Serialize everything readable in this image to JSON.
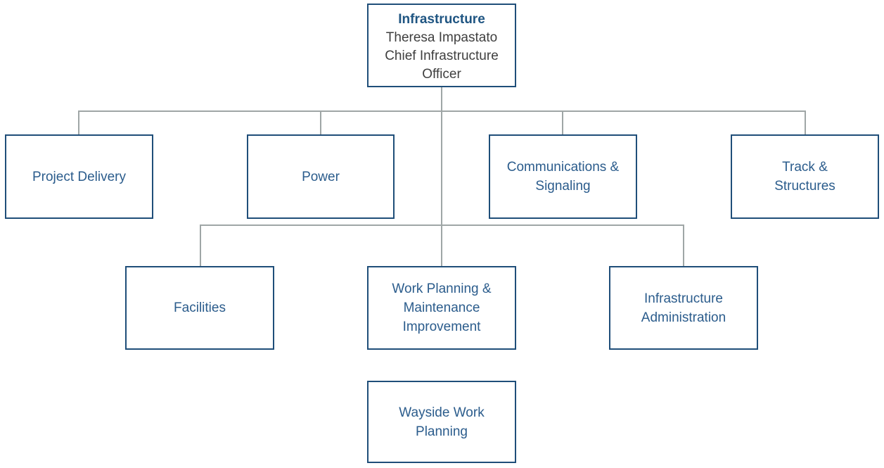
{
  "org": {
    "root": {
      "title": "Infrastructure",
      "person": "Theresa Impastato",
      "role": "Chief Infrastructure Officer"
    },
    "level2": [
      {
        "label": "Project Delivery"
      },
      {
        "label": "Power"
      },
      {
        "label": "Communications & Signaling"
      },
      {
        "label": "Track & Structures"
      }
    ],
    "level3": [
      {
        "label": "Facilities"
      },
      {
        "label": "Work Planning & Maintenance Improvement"
      },
      {
        "label": "Infrastructure Administration"
      }
    ],
    "level4": [
      {
        "label": "Wayside Work Planning"
      }
    ]
  },
  "colors": {
    "box_border": "#1F4E79",
    "box_text": "#2B5C8C",
    "root_title_text": "#1F5582",
    "person_text": "#3F3F3F",
    "connector_line": "#9FA6A6"
  }
}
